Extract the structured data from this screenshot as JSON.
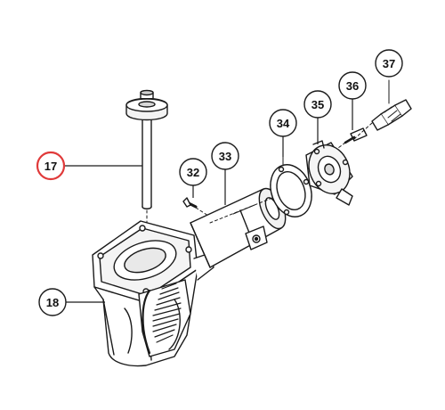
{
  "diagram": {
    "highlight_color": "#e03a3a",
    "line_color": "#1a1a1a",
    "callouts": [
      {
        "id": "c17",
        "label": "17",
        "highlighted": true
      },
      {
        "id": "c18",
        "label": "18",
        "highlighted": false
      },
      {
        "id": "c32",
        "label": "32",
        "highlighted": false
      },
      {
        "id": "c33",
        "label": "33",
        "highlighted": false
      },
      {
        "id": "c34",
        "label": "34",
        "highlighted": false
      },
      {
        "id": "c35",
        "label": "35",
        "highlighted": false
      },
      {
        "id": "c36",
        "label": "36",
        "highlighted": false
      },
      {
        "id": "c37",
        "label": "37",
        "highlighted": false
      }
    ]
  }
}
